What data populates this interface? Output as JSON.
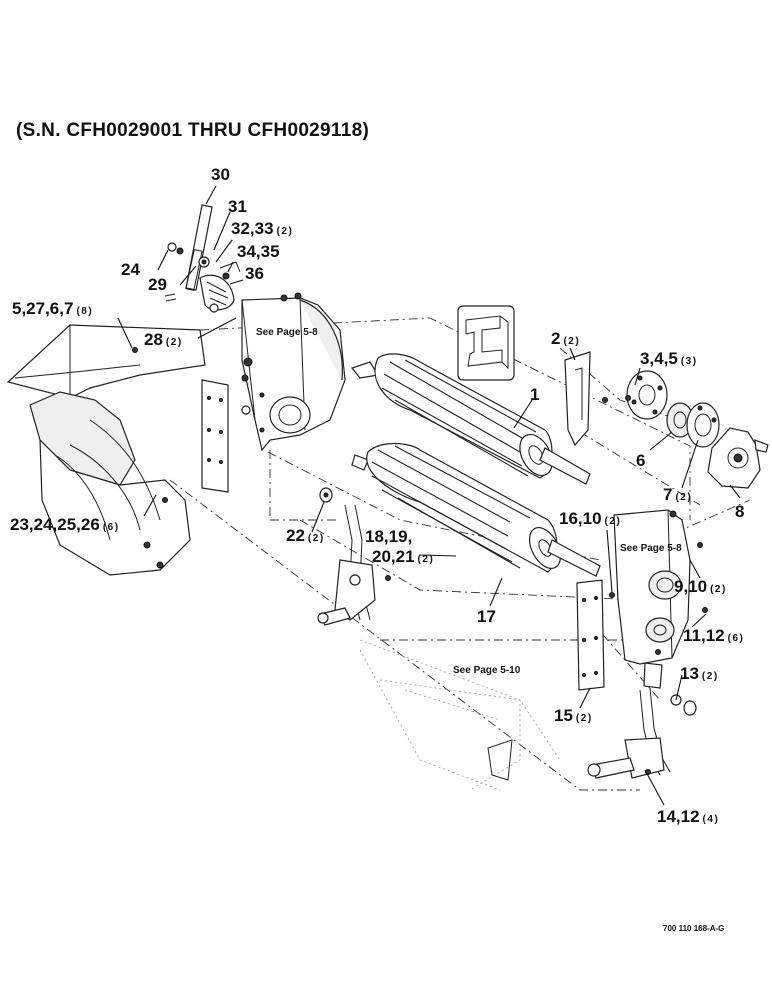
{
  "title": "(S.N. CFH0029001 THRU CFH0029118)",
  "drawing_code": "700 110 168-A-G",
  "page_refs": {
    "upper_left": "See Page 5-8",
    "right": "See Page 5-8",
    "lower": "See Page 5-10"
  },
  "callouts": {
    "c30": {
      "label": "30",
      "qty": ""
    },
    "c31": {
      "label": "31",
      "qty": ""
    },
    "c32": {
      "label": "32,33",
      "qty": "(2)"
    },
    "c24": {
      "label": "24",
      "qty": ""
    },
    "c34": {
      "label": "34,35",
      "qty": ""
    },
    "c29": {
      "label": "29",
      "qty": ""
    },
    "c36": {
      "label": "36",
      "qty": ""
    },
    "c5": {
      "label": "5,27,6,7",
      "qty": "(8)"
    },
    "c28": {
      "label": "28",
      "qty": "(2)"
    },
    "c2": {
      "label": "2",
      "qty": "(2)"
    },
    "c3": {
      "label": "3,4,5",
      "qty": "(3)"
    },
    "c1": {
      "label": "1",
      "qty": ""
    },
    "c6": {
      "label": "6",
      "qty": ""
    },
    "c7": {
      "label": "7",
      "qty": "(2)"
    },
    "c8": {
      "label": "8",
      "qty": ""
    },
    "c16": {
      "label": "16,10",
      "qty": "(2)"
    },
    "c23": {
      "label": "23,24,25,26",
      "qty": "(6)"
    },
    "c22": {
      "label": "22",
      "qty": "(2)"
    },
    "c18a": {
      "label": "18,19,",
      "qty": ""
    },
    "c18b": {
      "label": "20,21",
      "qty": "(2)"
    },
    "c9": {
      "label": "9,10",
      "qty": "(2)"
    },
    "c17": {
      "label": "17",
      "qty": ""
    },
    "c11": {
      "label": "11,12",
      "qty": "(6)"
    },
    "c13": {
      "label": "13",
      "qty": "(2)"
    },
    "c15": {
      "label": "15",
      "qty": "(2)"
    },
    "c14": {
      "label": "14,12",
      "qty": "(4)"
    }
  }
}
